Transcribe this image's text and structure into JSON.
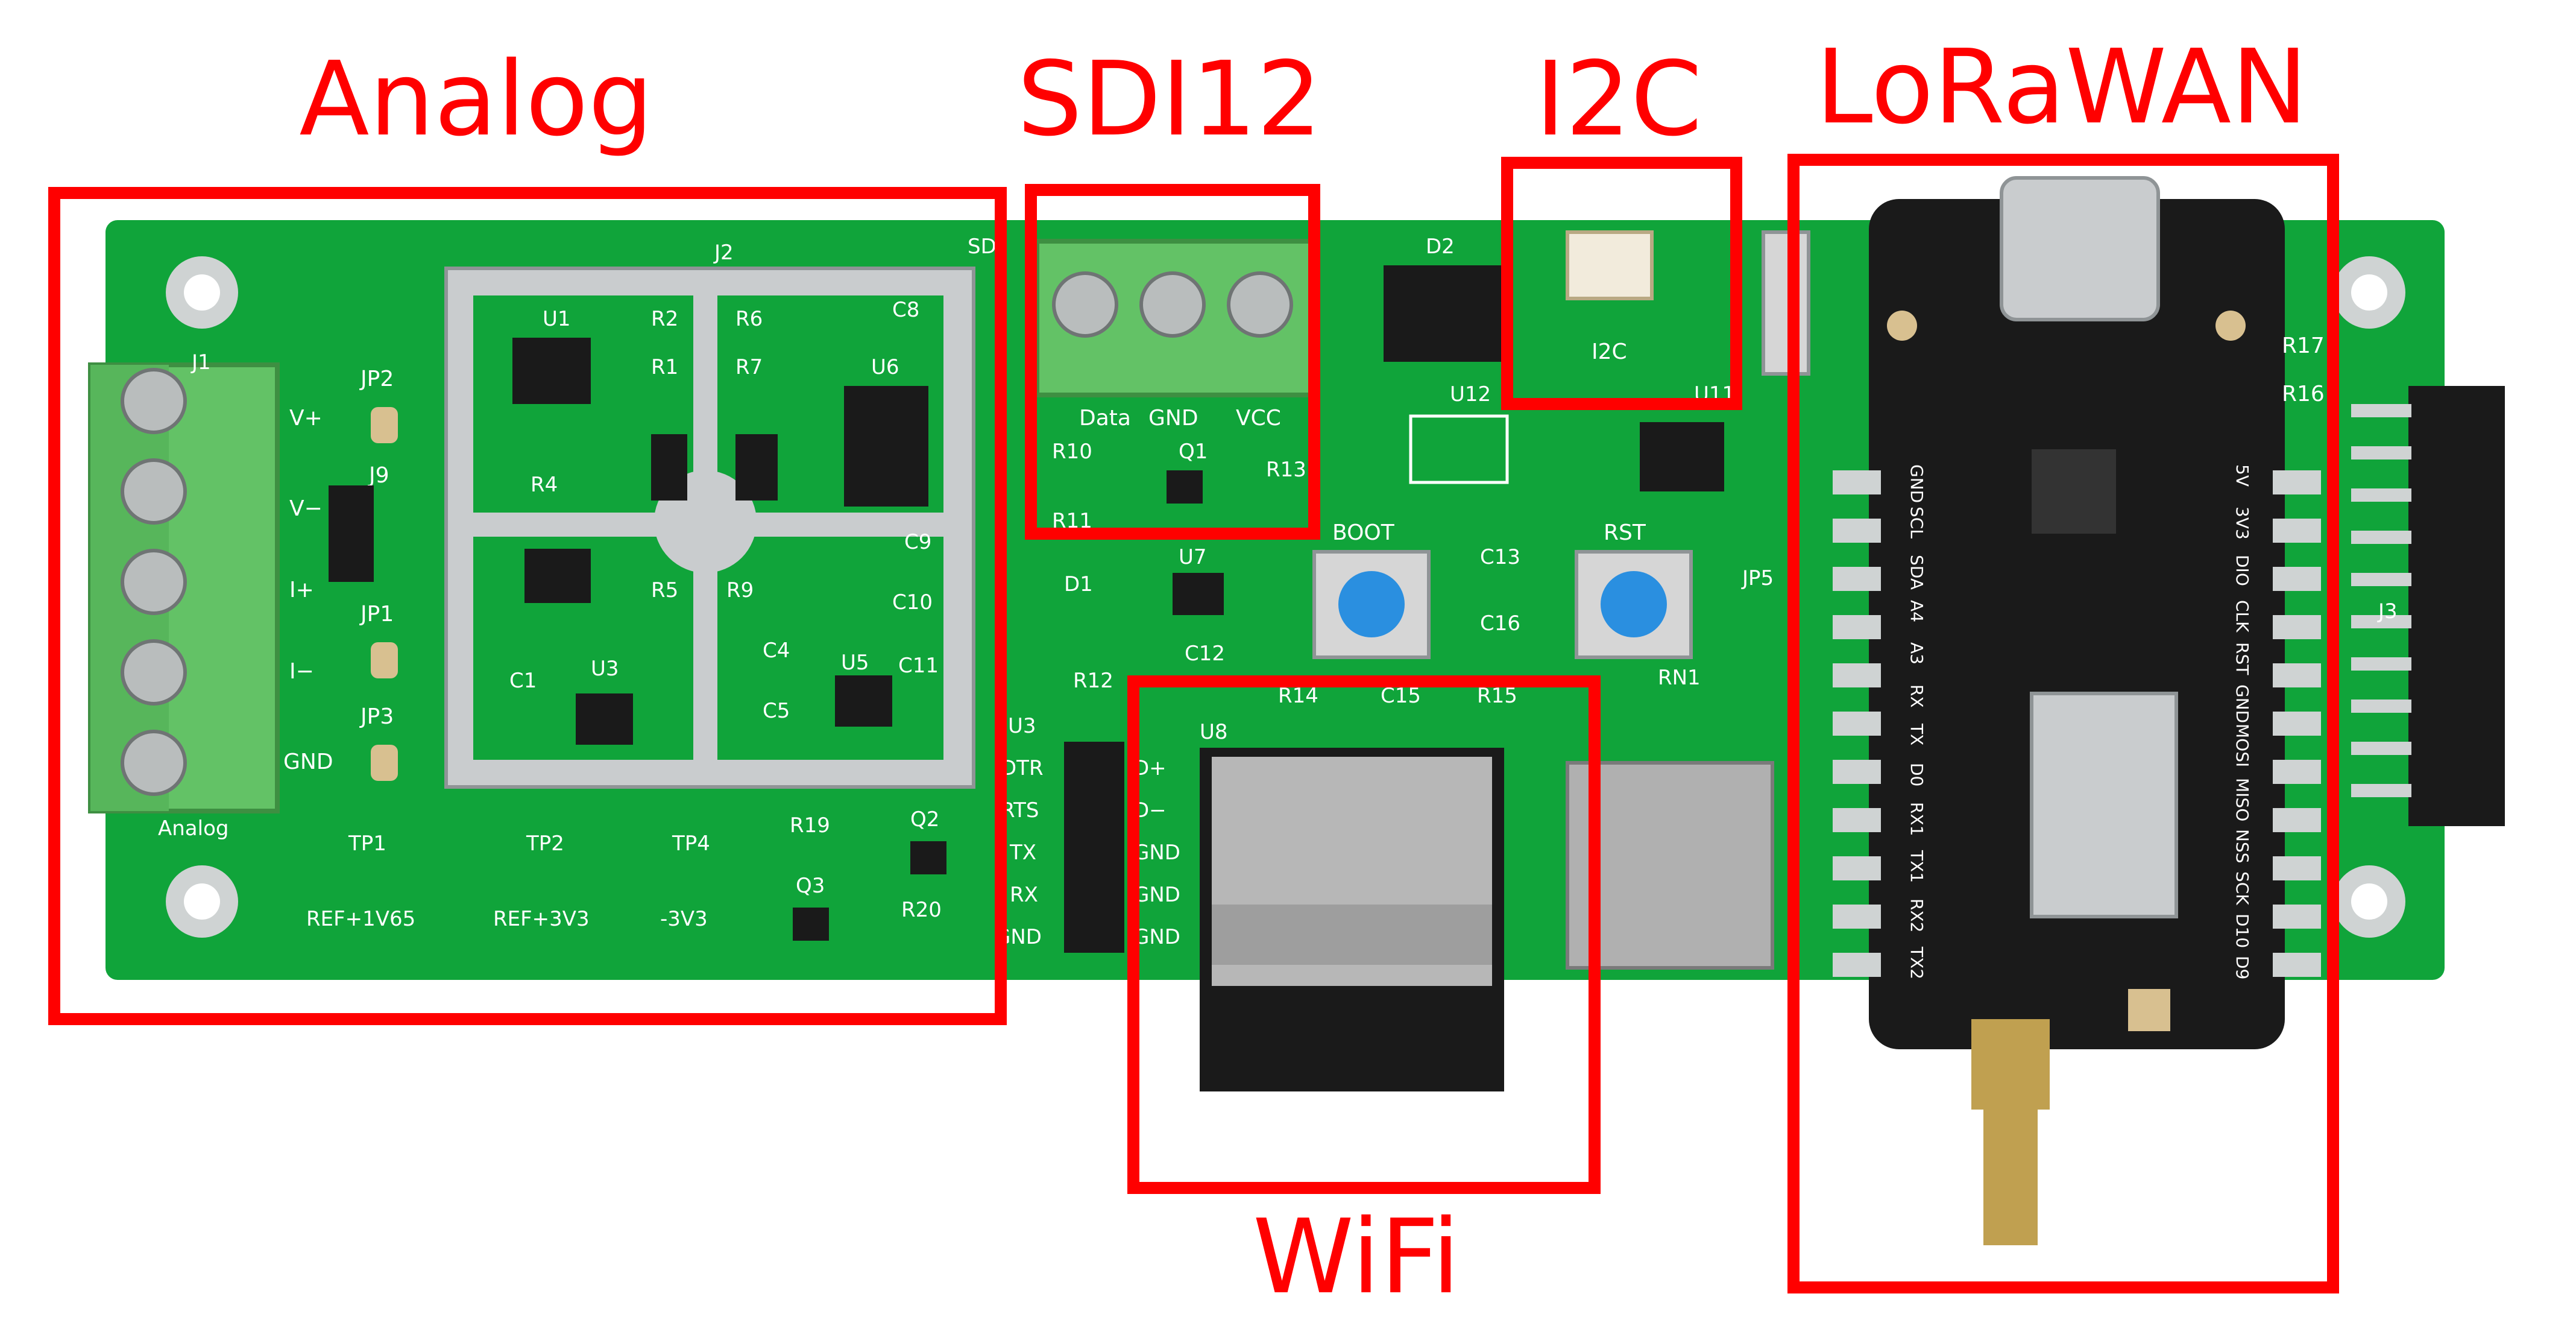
{
  "colors": {
    "pcb": "#10a43a",
    "pcb_dark": "#0b7d2c",
    "silkscreen": "#ffffff",
    "terminal": "#63c266",
    "annotation": "#ff0000",
    "module_black": "#1a1a1a",
    "shield": "#c9ccce",
    "button_cap": "#2a8fe0"
  },
  "regions": {
    "analog": "Analog",
    "sdi12": "SDI12",
    "i2c": "I2C",
    "lorawan": "LoRaWAN",
    "wifi": "WiFi"
  },
  "silk": {
    "j1": "J1",
    "j1_pins": [
      "V+",
      "V−",
      "I+",
      "I−",
      "GND"
    ],
    "analog_caption": "Analog",
    "jp2": "JP2",
    "j9": "J9",
    "jp1": "JP1",
    "jp3": "JP3",
    "j2": "J2",
    "u1": "U1",
    "r2": "R2",
    "r1": "R1",
    "r6": "R6",
    "r7": "R7",
    "c8": "C8",
    "u6": "U6",
    "r4": "R4",
    "r5": "R5",
    "r9": "R9",
    "c9": "C9",
    "c10": "C10",
    "c1": "C1",
    "u3": "U3",
    "c4": "C4",
    "u5": "U5",
    "c11": "C11",
    "c5": "C5",
    "tp1": "TP1",
    "tp2": "TP2",
    "tp4": "TP4",
    "tp1_net": "REF+1V65",
    "tp2_net": "REF+3V3",
    "tp4_net": "-3V3",
    "r19": "R19",
    "q2": "Q2",
    "q3": "Q3",
    "r20": "R20",
    "sdi_ref": "SDI",
    "sdi_pins": [
      "Data",
      "GND",
      "VCC"
    ],
    "r10": "R10",
    "q1": "Q1",
    "r13": "R13",
    "r11": "R11",
    "d2": "D2",
    "i2c_label": "I2C",
    "u12": "U12",
    "u11": "U11",
    "boot": "BOOT",
    "rst": "RST",
    "c13": "C13",
    "c16": "C16",
    "d1": "D1",
    "u7": "U7",
    "c12": "C12",
    "r12": "R12",
    "r14": "R14",
    "c15": "C15",
    "r15": "R15",
    "rn1": "RN1",
    "jp5": "JP5",
    "u3b": "U3",
    "u3b_left": [
      "DTR",
      "RTS",
      "TX",
      "RX",
      "GND"
    ],
    "u3b_right": [
      "D+",
      "D−",
      "GND",
      "GND",
      "GND"
    ],
    "u8": "U8",
    "j3": "J3",
    "r17": "R17",
    "r16": "R16",
    "xiao_left": [
      "GND",
      "SCL",
      "SDA",
      "A4",
      "A3",
      "RX",
      "TX",
      "D0",
      "RX1",
      "TX1",
      "RX2",
      "TX2"
    ],
    "xiao_right": [
      "5V",
      "3V3",
      "DIO",
      "CLK",
      "RST",
      "GND",
      "MOSI",
      "MISO",
      "NSS",
      "SCK",
      "D10",
      "D9"
    ]
  }
}
